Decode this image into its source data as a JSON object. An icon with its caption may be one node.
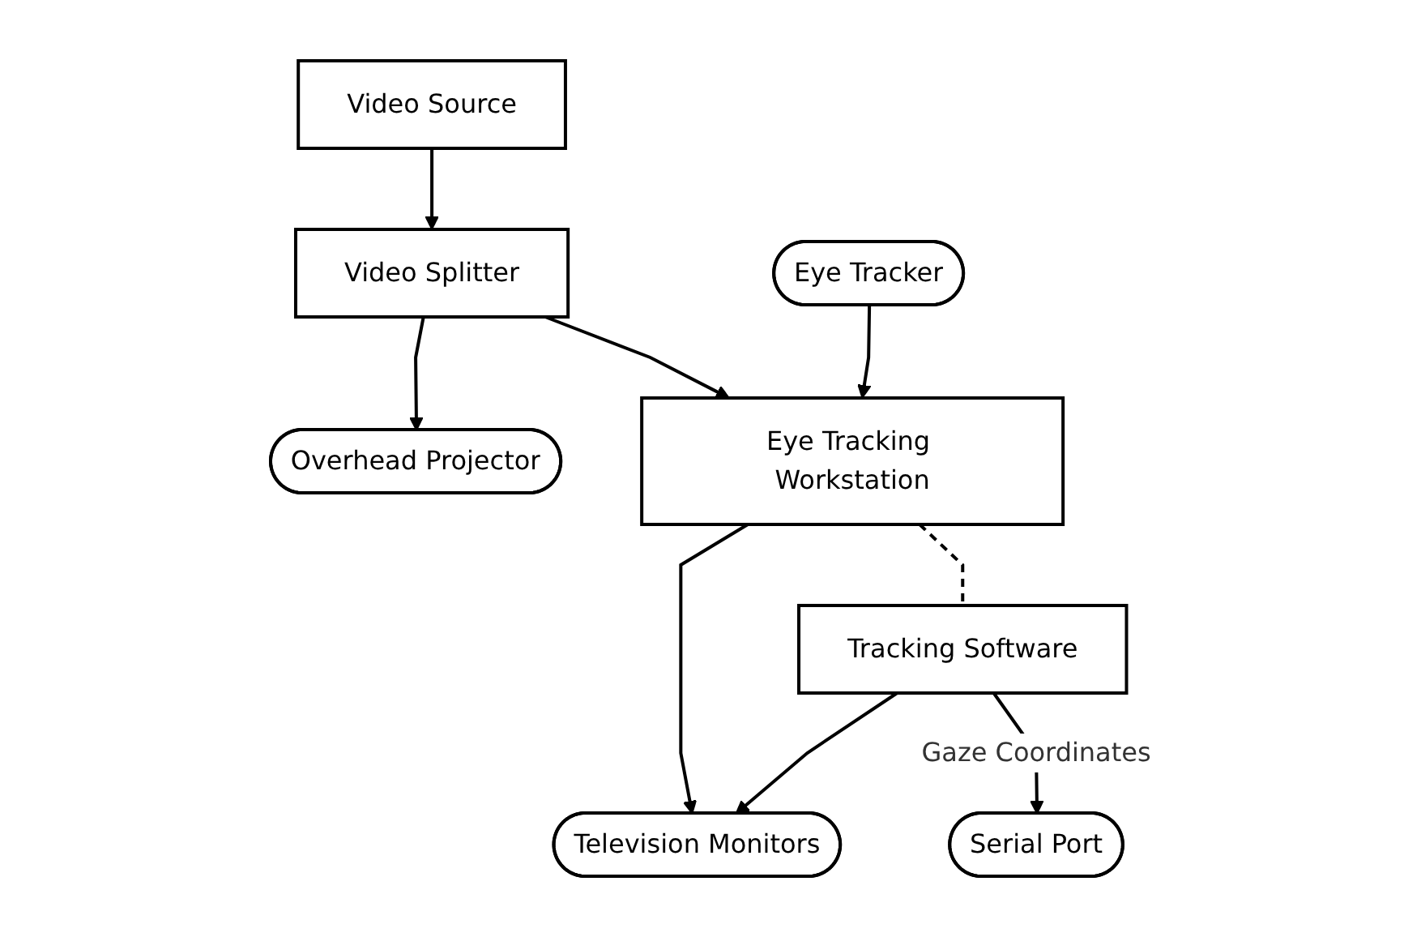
{
  "diagram": {
    "nodes": [
      {
        "text": [
          "Video Source"
        ]
      },
      {
        "text": [
          "Video Splitter"
        ]
      },
      {
        "text": [
          "Overhead Projector"
        ]
      },
      {
        "text": [
          "Television Monitors"
        ]
      },
      {
        "text": [
          "Eye Tracking Workstation"
        ]
      },
      {
        "text": [
          "Eye Tracker"
        ]
      },
      {
        "text": [
          "Tracking Software"
        ]
      },
      {
        "text": [
          "Serial Port"
        ]
      }
    ],
    "edges": [
      {
        "from": 0,
        "to": 1,
        "arrow": "to"
      },
      {
        "from": 1,
        "to": 2,
        "arrow": "to"
      },
      {
        "from": 1,
        "to": 4,
        "arrow": "to"
      },
      {
        "from": 4,
        "to": 3,
        "arrow": "to"
      },
      {
        "from": 5,
        "to": 4,
        "arrow": "to"
      },
      {
        "from": 4,
        "to": 6,
        "arrow": "none",
        "style": "dashed"
      },
      {
        "from": 6,
        "to": 3,
        "arrow": "to"
      },
      {
        "from": 6,
        "to": 7,
        "arrow": "to",
        "label": "Gaze Coordinates"
      }
    ]
  }
}
